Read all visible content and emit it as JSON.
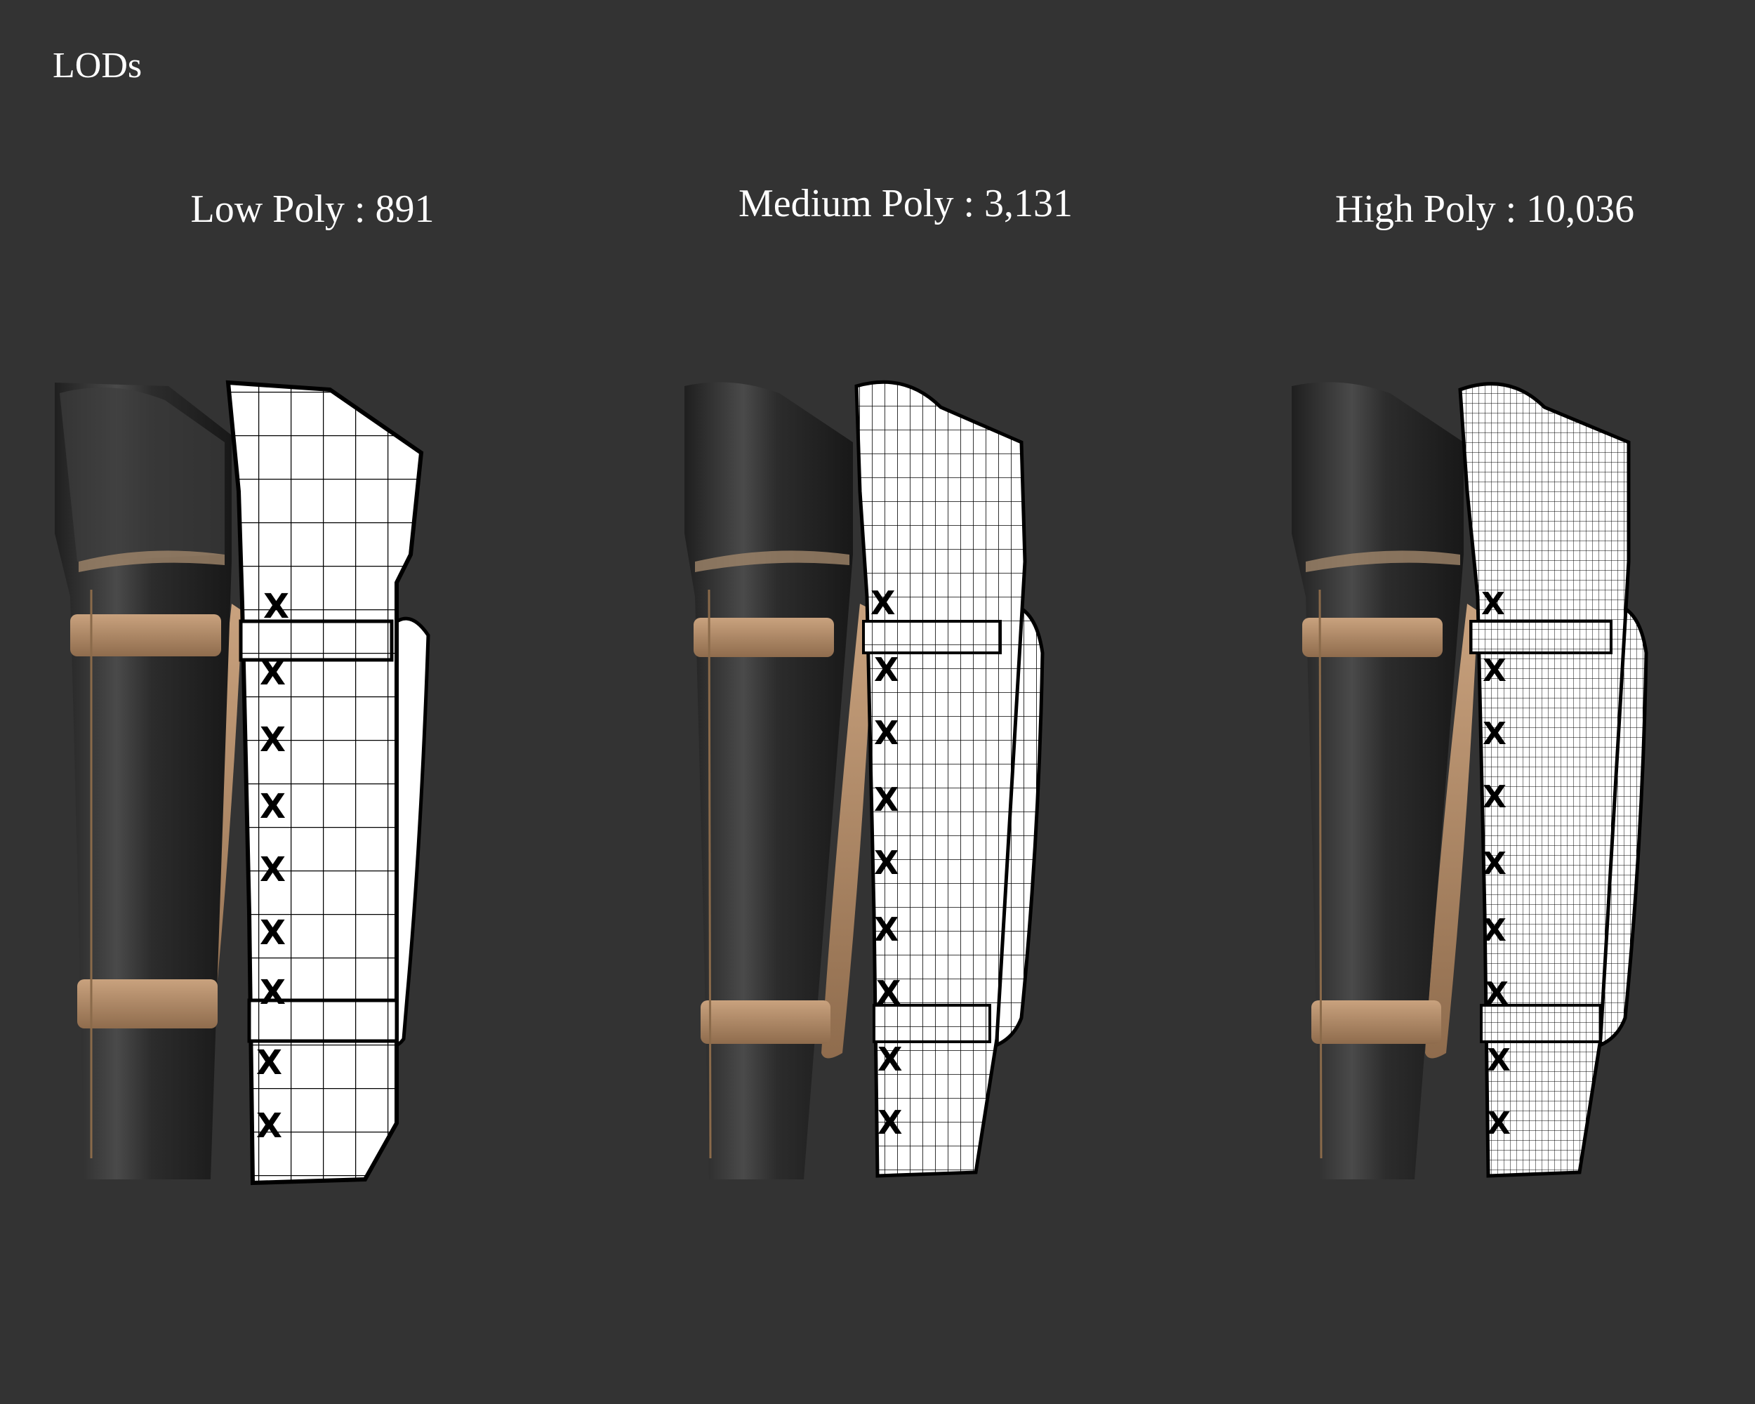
{
  "title": "LODs",
  "lods": [
    {
      "label": "Low Poly : 891",
      "level": "low",
      "triangles": 891
    },
    {
      "label": "Medium Poly : 3,131",
      "level": "medium",
      "triangles": 3131
    },
    {
      "label": "High Poly : 10,036",
      "level": "high",
      "triangles": 10036
    }
  ],
  "colors": {
    "background": "#333333",
    "leather_dark": "#2a2a2a",
    "strap_tan": "#b89472",
    "wire_fill": "#ffffff",
    "wire_line": "#000000"
  }
}
